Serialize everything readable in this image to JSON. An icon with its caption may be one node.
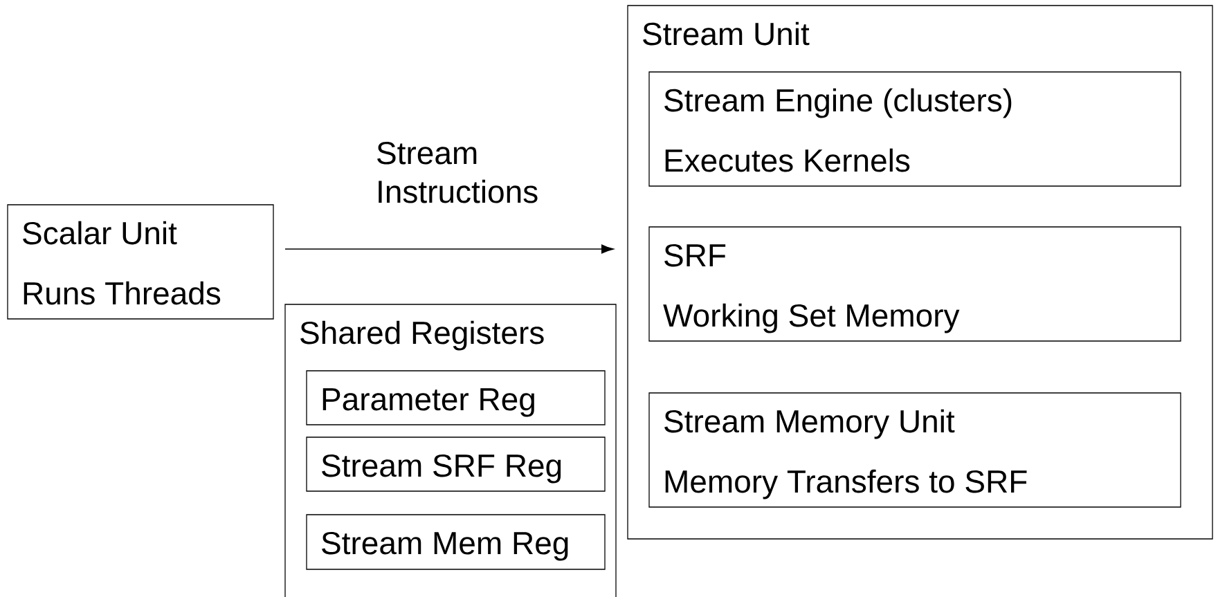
{
  "diagram": {
    "nodes": [
      {
        "text": [
          "Scalar Unit",
          "Runs Threads"
        ]
      },
      {
        "text": [
          "Shared Registers"
        ]
      },
      {
        "text": [
          "Parameter Reg"
        ],
        "in": 1
      },
      {
        "text": [
          "Stream SRF Reg"
        ],
        "in": 1
      },
      {
        "text": [
          "Stream Mem Reg"
        ],
        "in": 1
      },
      {
        "text": [
          "Stream Unit"
        ]
      },
      {
        "text": [
          "Stream Engine (clusters)",
          "Executes Kernels"
        ],
        "in": 5
      },
      {
        "text": [
          "SRF",
          "Working Set Memory"
        ],
        "in": 5
      },
      {
        "text": [
          "Stream Memory Unit",
          "Memory Transfers to SRF"
        ],
        "in": 5
      }
    ],
    "edges": [
      {
        "from": 0,
        "to": 5,
        "arrow": "to",
        "label": "Stream Instructions"
      }
    ]
  }
}
